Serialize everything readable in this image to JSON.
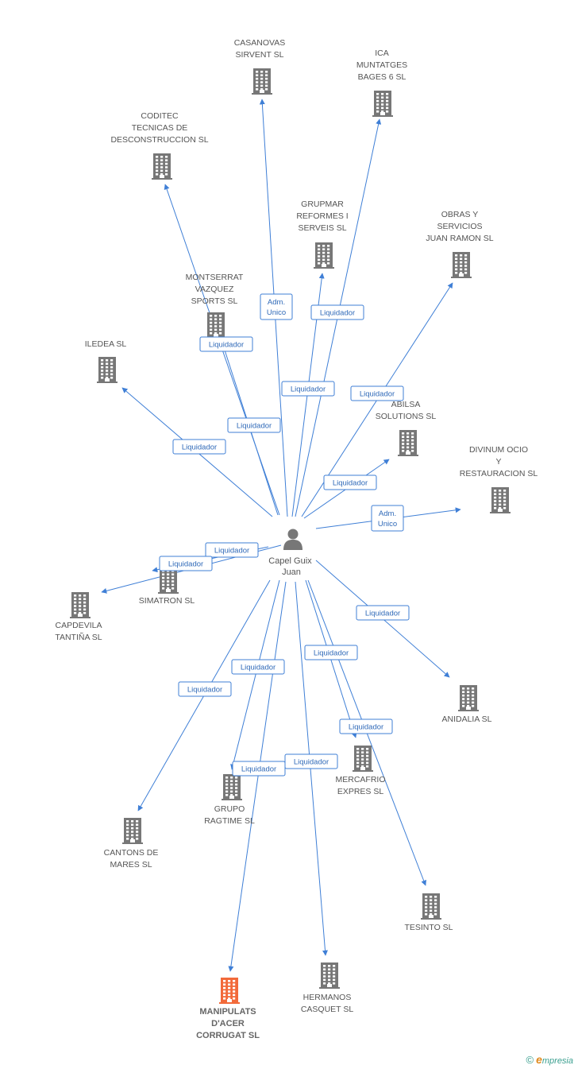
{
  "center": {
    "name_lines": [
      "Capel Guix",
      "Juan"
    ]
  },
  "colors": {
    "edge": "#3f7fd6",
    "building": "#777777",
    "highlight": "#f26a3a",
    "person": "#777777"
  },
  "companies": [
    {
      "id": "casanovas",
      "lines": [
        "CASANOVAS",
        "SIRVENT  SL"
      ],
      "role": "Adm. Unico"
    },
    {
      "id": "ica",
      "lines": [
        "ICA",
        "MUNTATGES",
        "BAGES 6 SL"
      ],
      "role": "Liquidador"
    },
    {
      "id": "coditec",
      "lines": [
        "CODITEC",
        "TECNICAS DE",
        "DESCONSTRUCCION SL"
      ],
      "role": "Liquidador"
    },
    {
      "id": "grupmar",
      "lines": [
        "GRUPMAR",
        "REFORMES I",
        "SERVEIS  SL"
      ],
      "role": "Liquidador"
    },
    {
      "id": "obras",
      "lines": [
        "OBRAS Y",
        "SERVICIOS",
        "JUAN RAMON SL"
      ],
      "role": "Liquidador"
    },
    {
      "id": "montserrat",
      "lines": [
        "MONTSERRAT",
        "VAZQUEZ",
        "SPORTS SL"
      ],
      "role": "Liquidador"
    },
    {
      "id": "iledea",
      "lines": [
        "ILEDEA SL"
      ],
      "role": "Liquidador"
    },
    {
      "id": "abilsa",
      "lines": [
        "ABILSA",
        "SOLUTIONS SL"
      ],
      "role": "Liquidador"
    },
    {
      "id": "divinum",
      "lines": [
        "DIVINUM OCIO",
        "Y",
        "RESTAURACION SL"
      ],
      "role": "Adm. Unico"
    },
    {
      "id": "simatron",
      "lines": [
        "SIMATRON SL"
      ],
      "role": "Liquidador"
    },
    {
      "id": "capdevila",
      "lines": [
        "CAPDEVILA",
        "TANTIÑA SL"
      ],
      "role": "Liquidador"
    },
    {
      "id": "anidalia",
      "lines": [
        "ANIDALIA SL"
      ],
      "role": "Liquidador"
    },
    {
      "id": "mercafrio",
      "lines": [
        "MERCAFRIO",
        "EXPRES SL"
      ],
      "role": "Liquidador"
    },
    {
      "id": "grupo",
      "lines": [
        "GRUPO",
        "RAGTIME SL"
      ],
      "role": "Liquidador"
    },
    {
      "id": "cantons",
      "lines": [
        "CANTONS DE",
        "MARES SL"
      ],
      "role": "Liquidador"
    },
    {
      "id": "tesinto",
      "lines": [
        "TESINTO SL"
      ],
      "role": "Liquidador"
    },
    {
      "id": "hermanos",
      "lines": [
        "HERMANOS",
        "CASQUET SL"
      ],
      "role": "Liquidador"
    },
    {
      "id": "manipulats",
      "lines": [
        "MANIPULATS",
        "D'ACER",
        "CORRUGAT SL"
      ],
      "role": "Liquidador",
      "highlight": true
    }
  ],
  "brand": {
    "copyright": "©",
    "initial": "e",
    "rest": "mpresia"
  }
}
